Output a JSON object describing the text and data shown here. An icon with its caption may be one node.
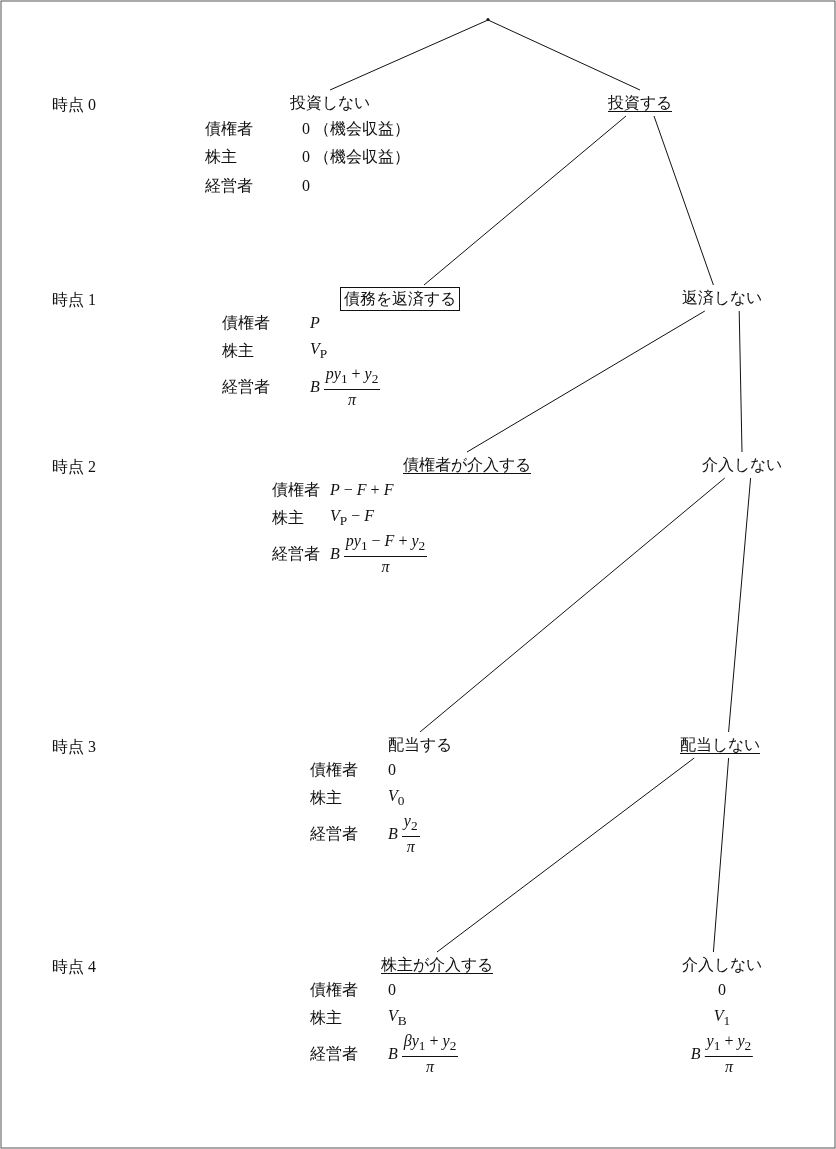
{
  "diagram": {
    "nodes": [
      {
        "text": [],
        "shape": "point"
      },
      {
        "text": [
          "投資しない"
        ],
        "beside": [
          "債権者",
          "0 （機会収益）",
          "株主",
          "0 （機会収益）",
          "経営者",
          "0"
        ]
      },
      {
        "text": [
          "投資する"
        ]
      },
      {
        "text": [
          "債務を返済する"
        ],
        "beside": [
          "債権者",
          "*P*",
          "株主",
          "*V*$_{P}$",
          "経営者",
          "*B*",
          "*py*$_{1}$ + *y*$_{2}$",
          "*π*"
        ]
      },
      {
        "text": [
          "返済しない"
        ]
      },
      {
        "text": [
          "債権者が介入する"
        ],
        "beside": [
          "債権者",
          "*P* − *F* + *F*",
          "株主",
          "*V*$_{P}$ − *F*",
          "経営者",
          "*B*",
          "*py*$_{1}$ − *F* + *y*$_{2}$",
          "*π*"
        ]
      },
      {
        "text": [
          "介入しない"
        ]
      },
      {
        "text": [
          "配当する"
        ],
        "beside": [
          "債権者",
          "0",
          "株主",
          "*V*$_{0}$",
          "経営者",
          "*B*",
          "*y*$_{2}$",
          "*π*"
        ]
      },
      {
        "text": [
          "配当しない"
        ]
      },
      {
        "text": [
          "株主が介入する"
        ],
        "beside": [
          "債権者",
          "0",
          "株主",
          "*V*$_{B}$",
          "経営者",
          "*B*",
          "*βy*$_{1}$ + *y*$_{2}$",
          "*π*"
        ]
      },
      {
        "text": [
          "介入しない"
        ],
        "beside": [
          "0",
          "*V*$_{1}$",
          "*B*",
          "*y*$_{1}$ + *y*$_{2}$",
          "*π*"
        ]
      }
    ],
    "edges": [
      {
        "from": 0,
        "to": 1,
        "arrow": "none"
      },
      {
        "from": 0,
        "to": 2,
        "arrow": "none"
      },
      {
        "from": 2,
        "to": 3,
        "arrow": "none"
      },
      {
        "from": 2,
        "to": 4,
        "arrow": "none"
      },
      {
        "from": 4,
        "to": 5,
        "arrow": "none"
      },
      {
        "from": 4,
        "to": 6,
        "arrow": "none"
      },
      {
        "from": 6,
        "to": 7,
        "arrow": "none"
      },
      {
        "from": 6,
        "to": 8,
        "arrow": "none"
      },
      {
        "from": 8,
        "to": 9,
        "arrow": "none"
      },
      {
        "from": 8,
        "to": 10,
        "arrow": "none"
      }
    ],
    "labels": [
      "時点 0",
      "時点 1",
      "時点 2",
      "時点 3",
      "時点 4"
    ]
  }
}
